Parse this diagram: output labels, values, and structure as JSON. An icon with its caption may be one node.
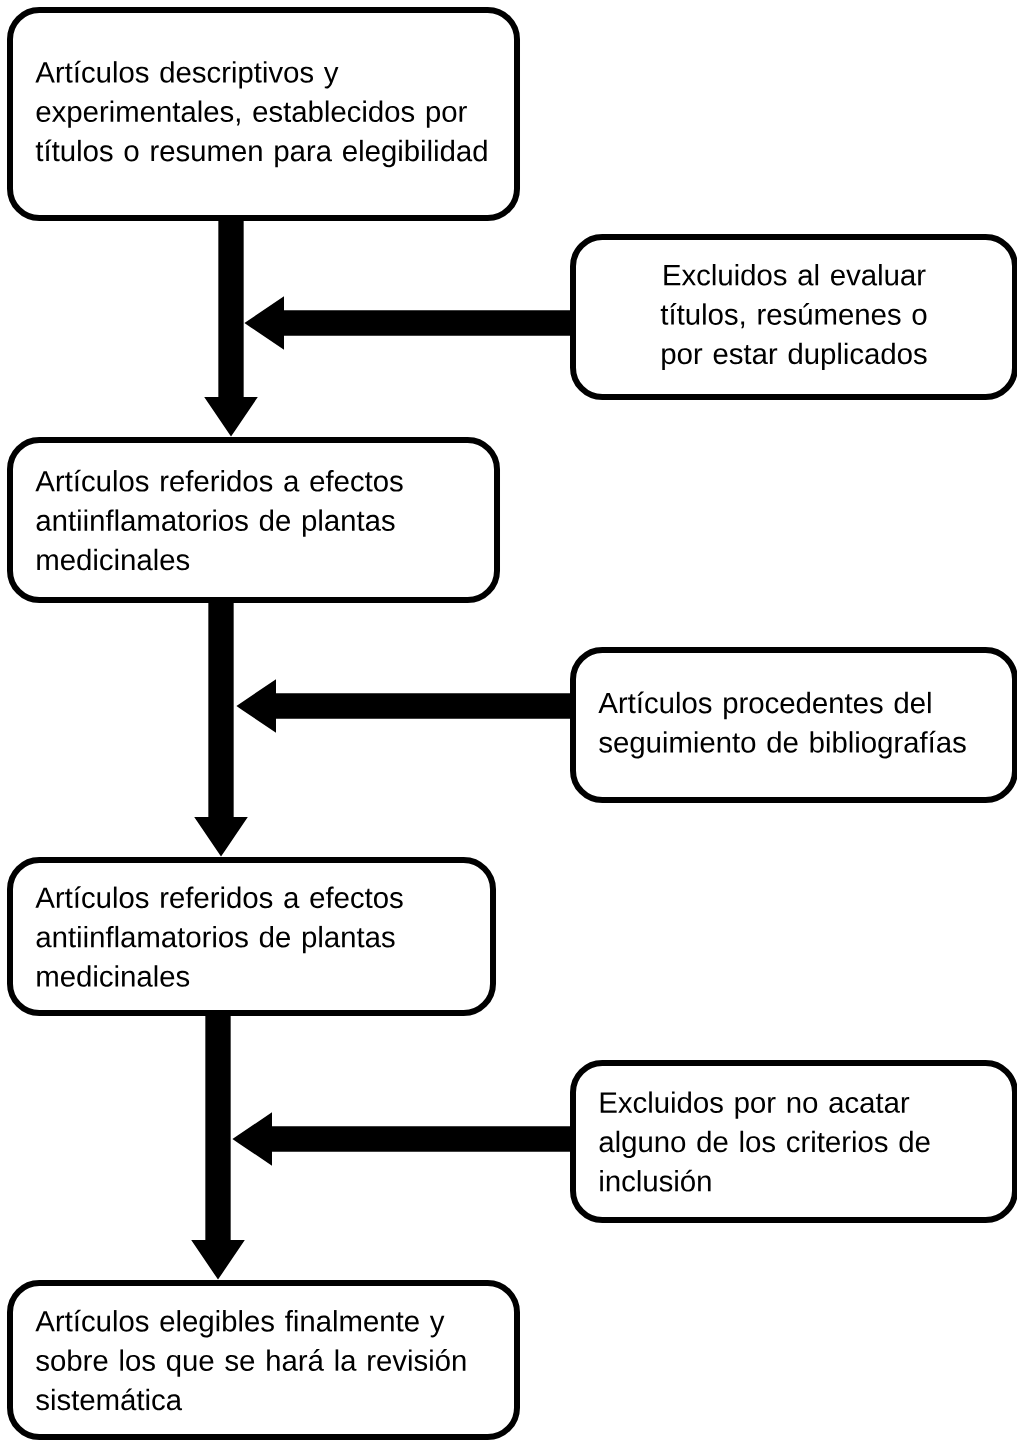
{
  "diagram": {
    "nodes": [
      {
        "text": [
          "Artículos descriptivos y experimentales, establecidos por títulos o resumen para elegibilidad"
        ]
      },
      {
        "text": [
          "Excluidos al evaluar títulos, resúmenes o por estar duplicados"
        ]
      },
      {
        "text": [
          "Artículos referidos a efectos antiinflamatorios de plantas medicinales"
        ]
      },
      {
        "text": [
          "Artículos procedentes del seguimiento de bibliografías"
        ]
      },
      {
        "text": [
          "Artículos referidos a efectos antiinflamatorios de plantas medicinales"
        ]
      },
      {
        "text": [
          "Excluidos por no acatar alguno de los criterios de inclusión"
        ]
      },
      {
        "text": [
          "Artículos elegibles finalmente y sobre los que se hará la revisión sistemática"
        ]
      }
    ],
    "edges": [
      {
        "from": 0,
        "to": 2,
        "arrow": "to"
      },
      {
        "from": 1,
        "to": null,
        "arrow": "to"
      },
      {
        "from": 2,
        "to": 4,
        "arrow": "to"
      },
      {
        "from": 3,
        "to": null,
        "arrow": "to"
      },
      {
        "from": 4,
        "to": 6,
        "arrow": "to"
      },
      {
        "from": 5,
        "to": null,
        "arrow": "to"
      }
    ]
  }
}
